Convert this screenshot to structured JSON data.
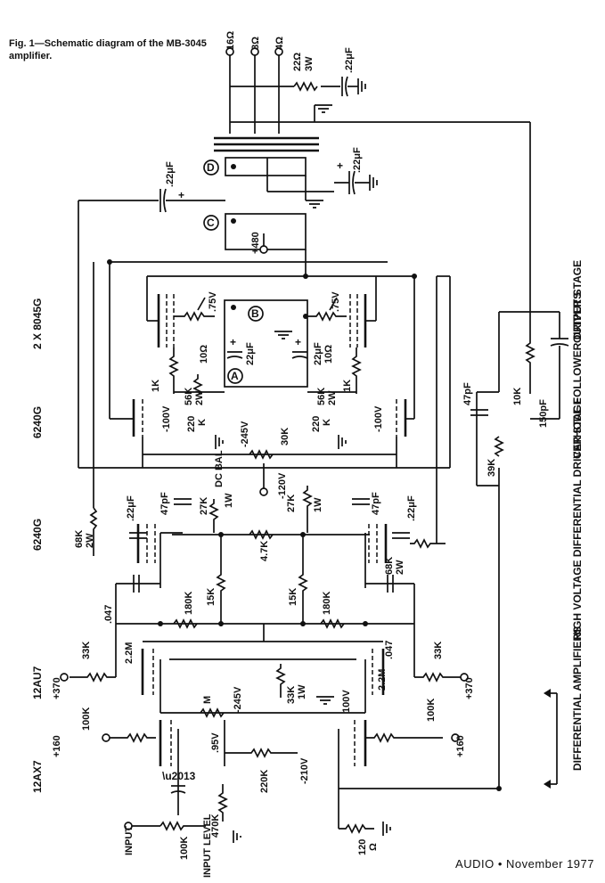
{
  "caption": "Fig. 1—Schematic diagram of the MB-3045 amplifier.",
  "footer": "AUDIO • November 1977",
  "tubes": [
    "12AX7",
    "12AU7",
    "6240G",
    "6240G",
    "2 X 8045G"
  ],
  "stages": [
    "DIFFERENTIAL AMPLIFIERS",
    "HIGH VOLTAGE DIFFERENTIAL DRIVER STAGE",
    "CATHODE FOLLOWER DRIVERS",
    "OUTPUT STAGE"
  ],
  "supplies": {
    "plus160": "+160",
    "plus370": "+370",
    "plus480": "+480",
    "m245": "-245V",
    "m120": "-120V",
    "m100": "-100V",
    "p100": "100V",
    "m210": "-210V",
    "v95": ".95V",
    "v75": ".75V"
  },
  "outputs": [
    "16Ω",
    "8Ω",
    "4Ω"
  ],
  "nodes": [
    "A",
    "B",
    "C",
    "D"
  ],
  "input": {
    "label": "INPUT",
    "level": "INPUT LEVEL"
  },
  "components": {
    "in_pot": "100K",
    "in_r": "470K",
    "m_r": "M",
    "r220k": "220K",
    "r100k": "100K",
    "r120": "120",
    "ohm": "Ω",
    "r33k": "33K",
    "r22m": "2.2M",
    "c047": ".047",
    "r180k": "180K",
    "r15k": "15K",
    "r47k": "4.7K",
    "r68k": "68K",
    "w2": "2W",
    "c22uf": ".22μF",
    "c47pf": "47pF",
    "r27k": "27K",
    "w1": "1W",
    "r33k1w": "33K",
    "r220kk": "220",
    "k": "K",
    "dcbal": "DC BAL",
    "r30k": "30K",
    "r56k": "56K",
    "r1k": "1K",
    "r10": "10Ω",
    "c22ufa": "22μF",
    "r39k": "39K",
    "r10k": "10K",
    "c150pf": "150pF",
    "r22": "22Ω",
    "w3": "3W",
    "w1b": "1W"
  }
}
